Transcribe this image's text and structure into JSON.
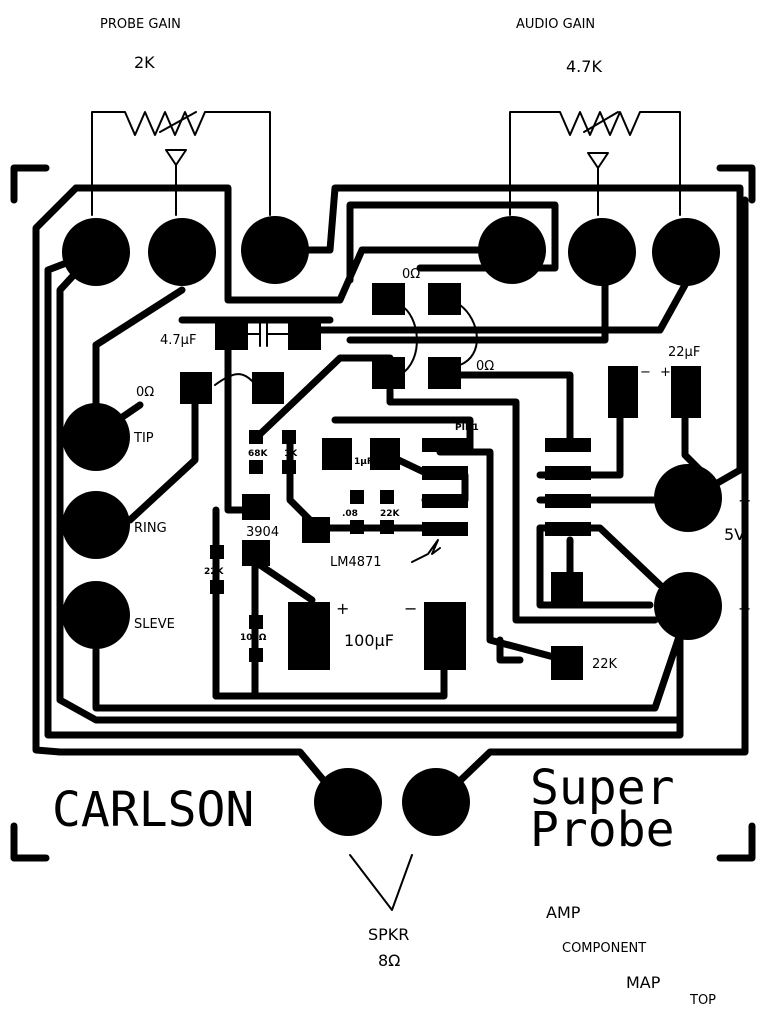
{
  "title": {
    "carlson": "CARLSON",
    "super": "Super",
    "probe": "Probe"
  },
  "pots": {
    "probe_gain_label": "PROBE GAIN",
    "probe_gain_value": "2K",
    "audio_gain_label": "AUDIO GAIN",
    "audio_gain_value": "4.7K"
  },
  "jack_labels": {
    "tip": "TIP",
    "ring": "RING",
    "sleeve": "SLEVE"
  },
  "components": {
    "cap_47": "4.7μF",
    "res_0_left": "0Ω",
    "res_0_top": "0Ω",
    "res_0_mid": "0Ω",
    "cap_22": "22μF",
    "pin1": "PIN1",
    "res_68k": "68K",
    "res_1k": "1K",
    "cap_1": "1μF",
    "transistor": "3904",
    "res_22k_left": "22K",
    "cap_08": ".08",
    "res_22k_mid": "22K",
    "ic": "LM4871",
    "res_100": "100Ω",
    "cap_100": "100μF",
    "res_22k_right": "22K"
  },
  "power": {
    "plus": "+",
    "minus": "−",
    "voltage": "5V",
    "cap_plus": "+",
    "cap_minus": "−",
    "cap22_minus": "−",
    "cap22_plus": "+"
  },
  "speaker": {
    "label": "SPKR",
    "ohms": "8Ω"
  },
  "notes": {
    "line1": "AMP",
    "line2": "COMPONENT",
    "line3": "MAP",
    "line4": "TOP"
  }
}
